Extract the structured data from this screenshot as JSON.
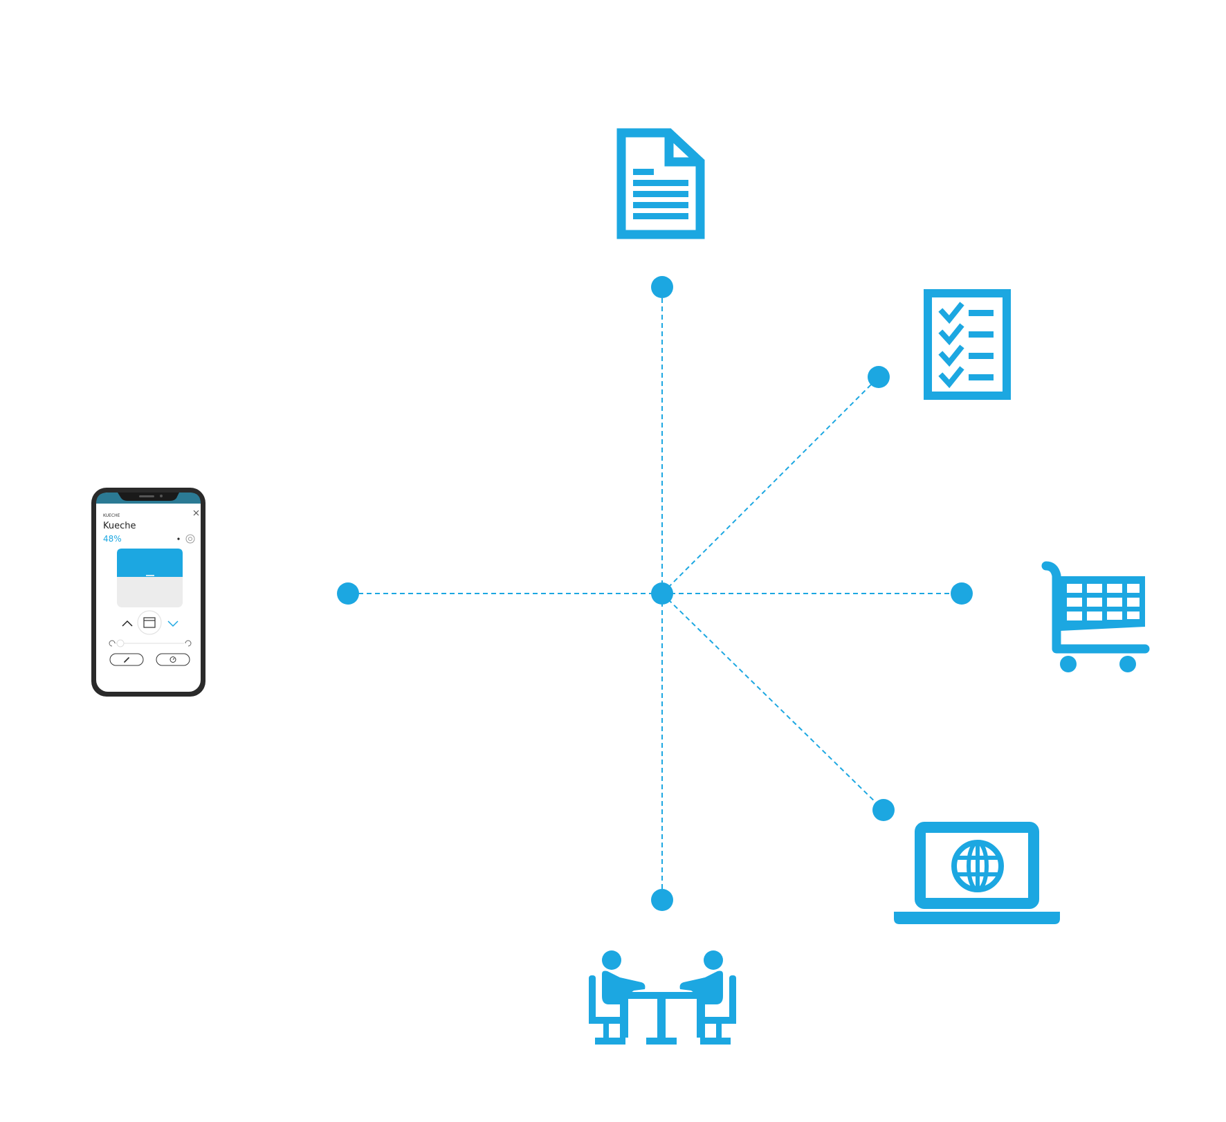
{
  "colors": {
    "accent": "#1CA7E1",
    "background": "#FFFFFF",
    "phone_frame": "#2A2A2A",
    "phone_header": "#2B7A94",
    "blind_panel": "#ECECEC"
  },
  "phone": {
    "room_caption": "KUECHE",
    "room_name": "Kueche",
    "position_percent": "48%",
    "position_value": 48,
    "icons": [
      "close-icon",
      "eye-icon",
      "chevron-up-icon",
      "blind-icon",
      "chevron-down-icon",
      "rotate-left-icon",
      "rotate-right-icon",
      "wrench-icon",
      "clock-icon"
    ]
  },
  "diagram": {
    "hub": "center-node",
    "spokes": [
      {
        "id": "top",
        "icon": "document-icon"
      },
      {
        "id": "top-right",
        "icon": "checklist-icon"
      },
      {
        "id": "right",
        "icon": "shopping-cart-icon"
      },
      {
        "id": "bottom-right",
        "icon": "laptop-globe-icon"
      },
      {
        "id": "bottom",
        "icon": "meeting-icon"
      },
      {
        "id": "left",
        "icon": "smartphone-app-icon"
      }
    ]
  }
}
